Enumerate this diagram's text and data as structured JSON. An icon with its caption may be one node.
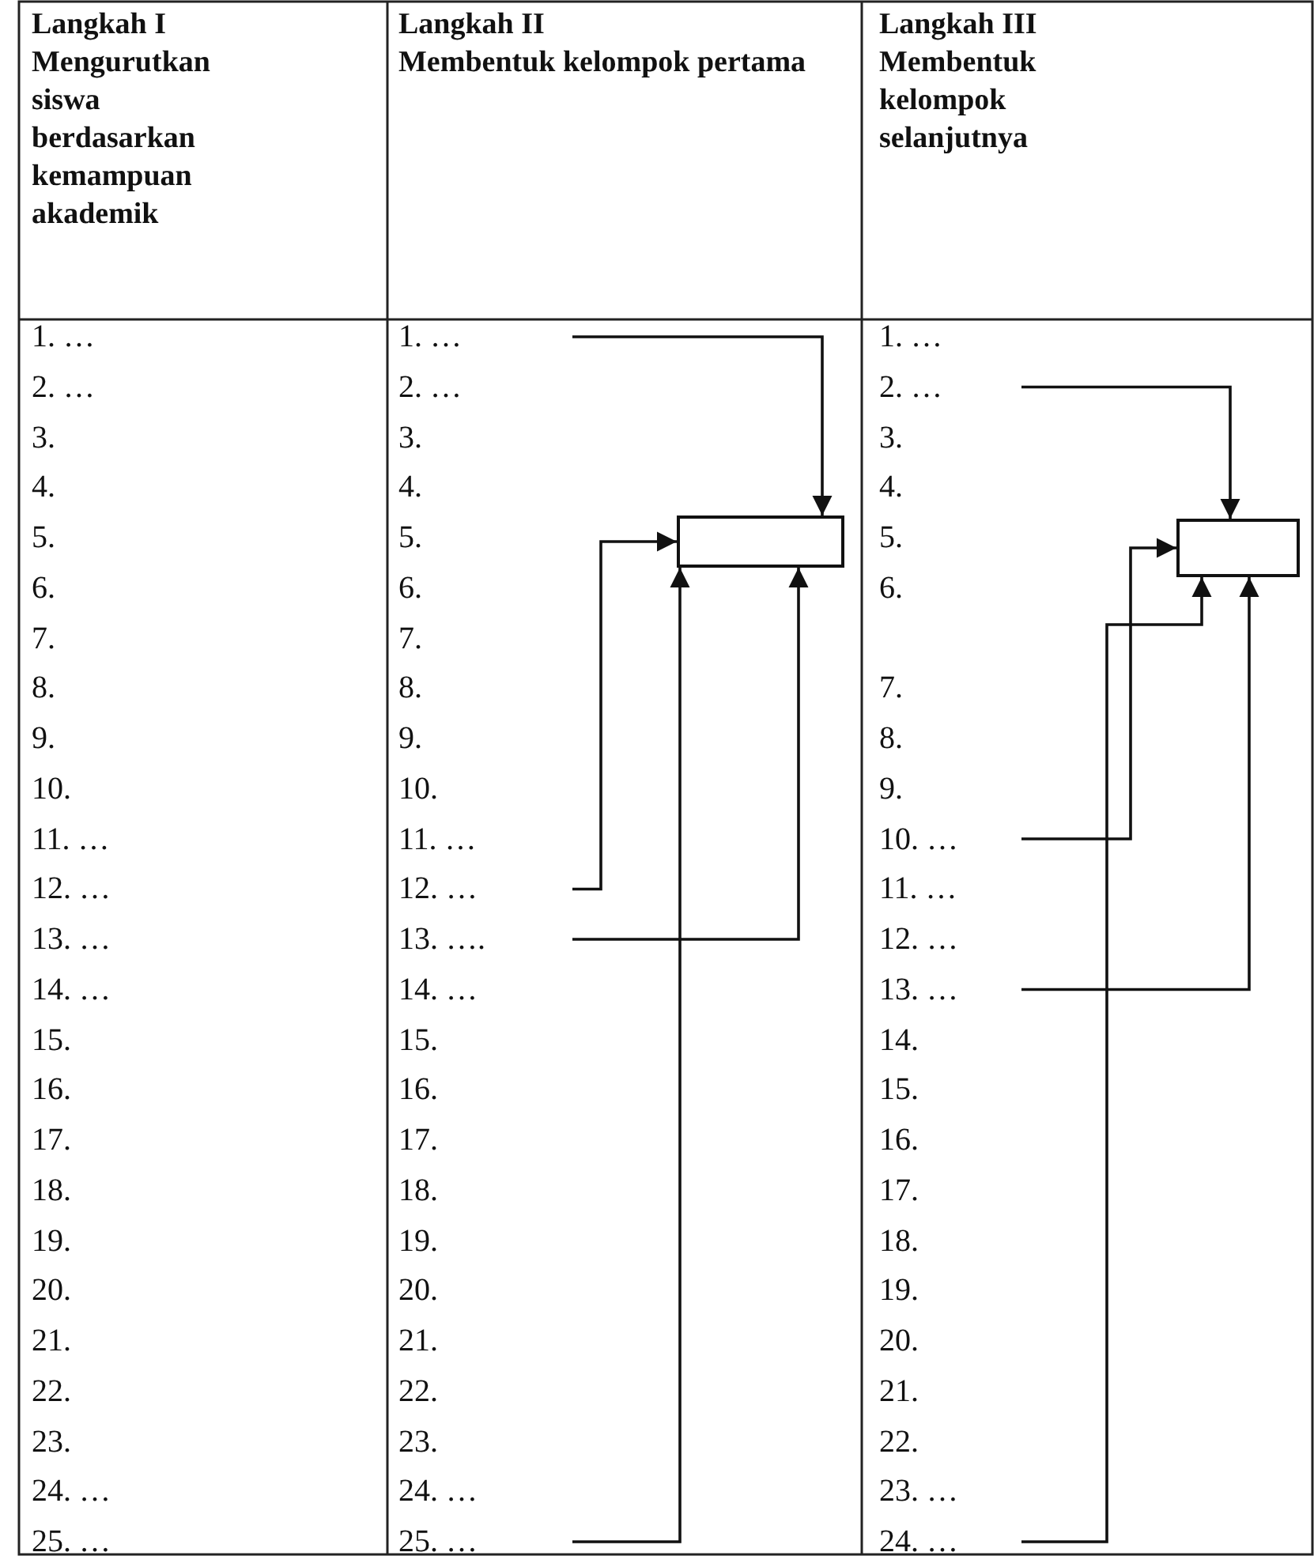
{
  "diagram": {
    "nodes": [
      {
        "text": [],
        "shape": "box"
      },
      {
        "text": [],
        "shape": "box"
      },
      {
        "text": [
          "1. …"
        ]
      },
      {
        "text": [
          "12. …"
        ]
      },
      {
        "text": [
          "13. …."
        ]
      },
      {
        "text": [
          "25. …"
        ]
      },
      {
        "text": [
          "2. …"
        ]
      },
      {
        "text": [
          "10. …"
        ]
      },
      {
        "text": [
          "13. …"
        ]
      },
      {
        "text": [
          "24. …"
        ]
      }
    ],
    "edges": [
      {
        "from": 2,
        "to": 0,
        "arrow": "to"
      },
      {
        "from": 3,
        "to": 0,
        "arrow": "to"
      },
      {
        "from": 4,
        "to": 0,
        "arrow": "to"
      },
      {
        "from": 5,
        "to": 0,
        "arrow": "to"
      },
      {
        "from": 6,
        "to": 1,
        "arrow": "to"
      },
      {
        "from": 7,
        "to": 1,
        "arrow": "to"
      },
      {
        "from": 8,
        "to": 1,
        "arrow": "to"
      },
      {
        "from": 9,
        "to": 1,
        "arrow": "to"
      }
    ],
    "labels": [
      "Langkah I",
      "Mengurutkan siswa berdasarkan kemampuan akademik",
      "Langkah II",
      "Membentuk kelompok pertama",
      "Langkah III",
      "Membentuk kelompok selanjutnya",
      "1. …",
      "1. …",
      "2. …",
      "2. …",
      "3.",
      "3.",
      "3.",
      "4.",
      "4.",
      "4.",
      "5.",
      "5.",
      "5.",
      "6.",
      "6.",
      "6.",
      "7.",
      "7.",
      "8.",
      "8.",
      "7.",
      "9.",
      "9.",
      "8.",
      "10.",
      "10.",
      "9.",
      "11. …",
      "11. …",
      "12. …",
      "11. …",
      "13. …",
      "12. …",
      "14. …",
      "14. …",
      "15.",
      "15.",
      "14.",
      "16.",
      "16.",
      "15.",
      "17.",
      "17.",
      "16.",
      "18.",
      "18.",
      "17.",
      "19.",
      "19.",
      "18.",
      "20.",
      "20.",
      "19.",
      "21.",
      "21.",
      "20.",
      "22.",
      "22.",
      "21.",
      "23.",
      "23.",
      "22.",
      "24. …",
      "24. …",
      "23. …",
      "25. …"
    ]
  }
}
